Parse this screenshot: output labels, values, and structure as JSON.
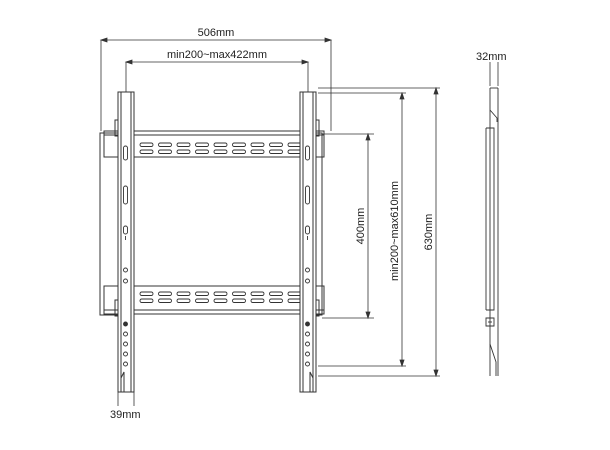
{
  "dimensions": {
    "overall_width": "506mm",
    "rail_spacing": "min200~max422mm",
    "profile_depth": "32mm",
    "vesa_height": "400mm",
    "vertical_range": "min200~max610mm",
    "overall_height": "630mm",
    "arm_width": "39mm"
  },
  "colors": {
    "line": "#333333",
    "background": "#ffffff"
  }
}
